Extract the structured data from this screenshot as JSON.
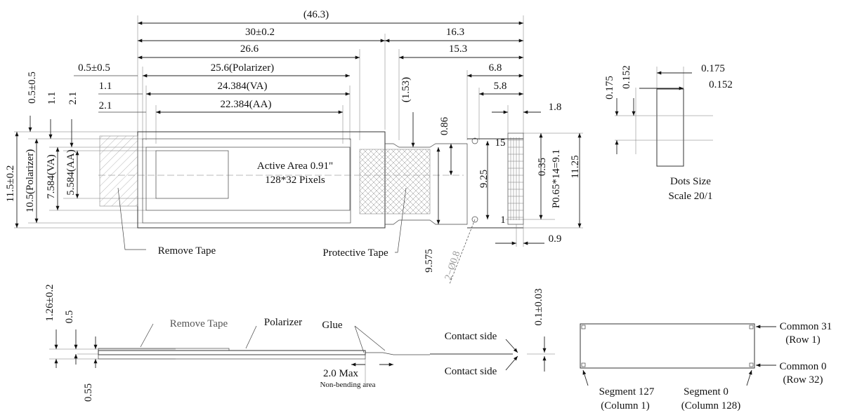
{
  "front": {
    "overall": "(46.3)",
    "width": "30±0.2",
    "fpc_len": "16.3",
    "width_26": "26.6",
    "fpc_15": "15.3",
    "polarizer_w": "25.6(Polarizer)",
    "va_w": "24.384(VA)",
    "aa_w": "22.384(AA)",
    "off_05": "0.5±0.5",
    "off_11": "1.1",
    "off_21": "2.1",
    "fpc_68": "6.8",
    "fpc_58": "5.8",
    "fpc_18": "1.8",
    "fpc_153": "(1.53)",
    "v_05": "0.5±0.5",
    "v_11": "1.1",
    "v_21": "2.1",
    "h_115": "11.5±0.2",
    "h_105": "10.5(Polarizer)",
    "h_7584": "7.584(VA)",
    "h_5584": "5.584(AA)",
    "active_area": "Active Area 0.91\"",
    "pixels": "128*32 Pixels",
    "remove_tape": "Remove Tape",
    "protective_tape": "Protective Tape",
    "d_086": "0.86",
    "d_925": "9.25",
    "d_9575": "9.575",
    "d_phi": "2−Ø0.8",
    "pin15": "15",
    "pin1": "1",
    "d_035": "0.35",
    "pitch": "P0.65*14=9.1",
    "d_1125": "11.25",
    "d_09": "0.9"
  },
  "dots": {
    "w1": "0.175",
    "w2": "0.152",
    "h1": "0.175",
    "h2": "0.152",
    "title": "Dots Size",
    "scale": "Scale  20/1"
  },
  "side": {
    "t126": "1.26±0.2",
    "t05": "0.5",
    "t055": "0.55",
    "remove_tape": "Remove Tape",
    "polarizer": "Polarizer",
    "glue": "Glue",
    "contact_top": "Contact side",
    "contact_bottom": "Contact side",
    "t01": "0.1±0.03",
    "max": "2.0 Max",
    "nonbend": "Non-bending area"
  },
  "pixel_map": {
    "com31": "Common 31",
    "row1": "(Row 1)",
    "com0": "Common 0",
    "row32": "(Row 32)",
    "seg127": "Segment 127",
    "col1": "(Column 1)",
    "seg0": "Segment 0",
    "col128": "(Column 128)"
  }
}
